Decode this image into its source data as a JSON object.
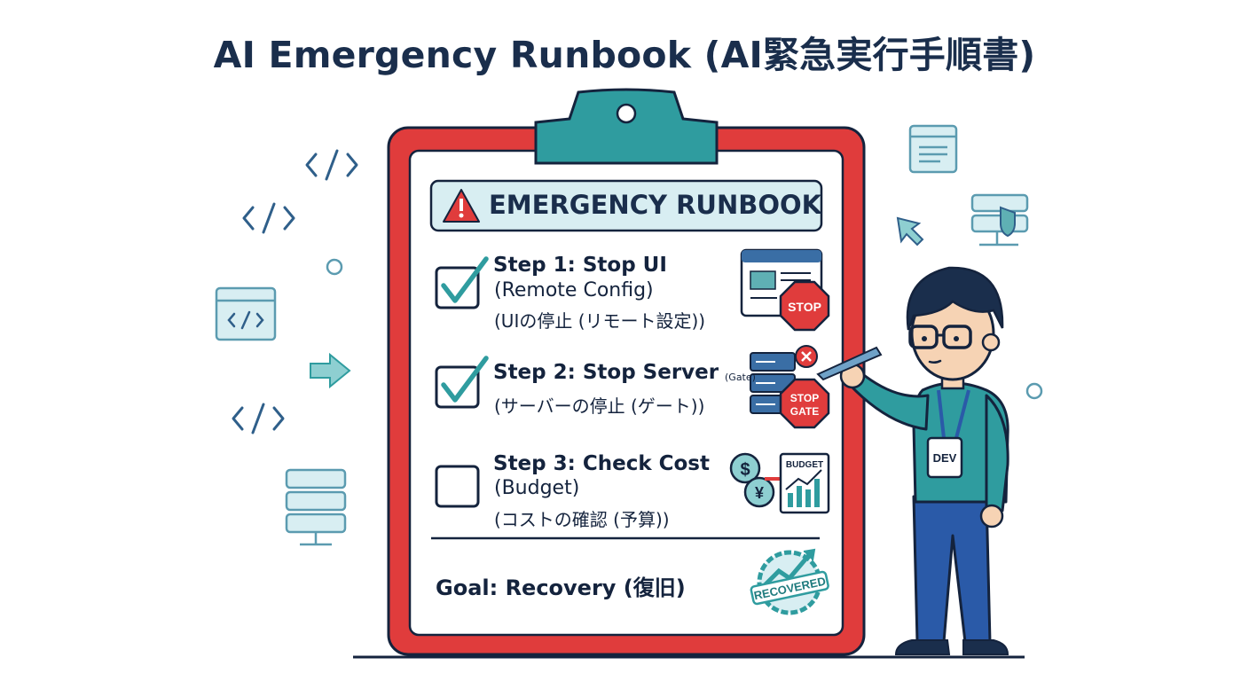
{
  "title": "AI Emergency Runbook (AI緊急実行手順書)",
  "banner": "EMERGENCY RUNBOOK",
  "steps": [
    {
      "title": "Step 1: Stop UI",
      "sub": "(Remote Config)",
      "jp": "(UIの停止 (リモート設定))",
      "checked": true,
      "icon_label": "STOP"
    },
    {
      "title": "Step 2: Stop Server",
      "note": "(Gate)",
      "jp": "(サーバーの停止 (ゲート))",
      "checked": true,
      "icon_label_1": "STOP",
      "icon_label_2": "GATE"
    },
    {
      "title": "Step 3: Check Cost",
      "sub": "(Budget)",
      "jp": "(コストの確認 (予算))",
      "checked": false,
      "icon_label": "BUDGET",
      "currency_1": "$",
      "currency_2": "¥"
    }
  ],
  "goal": "Goal: Recovery (復旧)",
  "stamp": "RECOVERED",
  "badge": "DEV",
  "colors": {
    "clipboard_red": "#e03c3c",
    "teal": "#2f9c9f",
    "navy": "#1a2e4c",
    "accent_blue": "#5b9bb0"
  }
}
